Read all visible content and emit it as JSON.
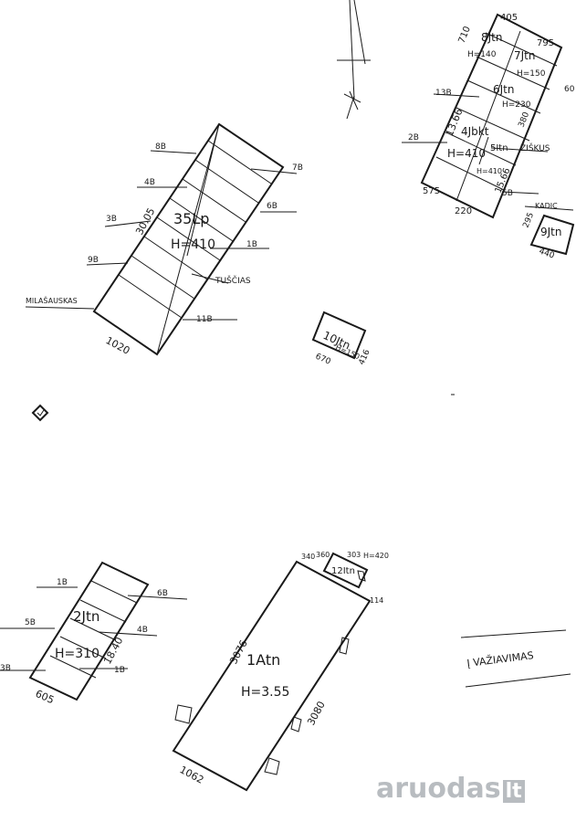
{
  "labels": {
    "b35": "35Lp",
    "b35h": "H=410",
    "b35len": "30.05",
    "b35w": "1020",
    "n8b": "8B",
    "n7b": "7B",
    "n4b": "4B",
    "n6b": "6B",
    "n3b": "3B",
    "n1b": "1B",
    "n9b": "9B",
    "tuscias": "TUŠČIAS",
    "milasauskas": "MILAŠAUSKAS",
    "n11b": "11B",
    "b10": "10Jtn",
    "b10h": "H=150",
    "b10w": "670",
    "b10d": "416",
    "n710": "710",
    "n405": "405",
    "n795": "795",
    "b8": "8Jtn",
    "b8h": "H=140",
    "b7": "7Jtn",
    "b7h": "H=150",
    "b6": "6Jtn",
    "b6h": "H=230",
    "n13b": "13B",
    "n1366": "13.66",
    "n380": "380",
    "n6x": "60",
    "n2b": "2B",
    "b4": "4Jbkt",
    "b4h": "H=410",
    "n5": "5Itn",
    "n5h": "H=410",
    "ziskus": "ŽIŠKUS",
    "n1566": "15.66",
    "n575": "575",
    "n220": "220",
    "n5b": "5B",
    "kadic": "KADIC",
    "b9": "9Jtn",
    "n295": "295",
    "n440": "440",
    "b2": "2Jtn",
    "b2h": "H=310",
    "b2w": "605",
    "b2len": "18.40",
    "s1b": "1B",
    "s6b": "6B",
    "s5b": "5B",
    "s4b": "4B",
    "s3b": "3B",
    "s1b2": "1B",
    "b1": "1Atn",
    "b1h": "H=3.55",
    "b1len": "3076",
    "b1len2": "3080",
    "b1w": "1062",
    "b12": "12Itn",
    "n340": "340",
    "n360": "360",
    "n303": "303",
    "b12h": "H=420",
    "n114": "114",
    "privaz": "Į VAŽIAVIMAS"
  },
  "watermark": {
    "text": "aruodas",
    "tld": "lt"
  }
}
